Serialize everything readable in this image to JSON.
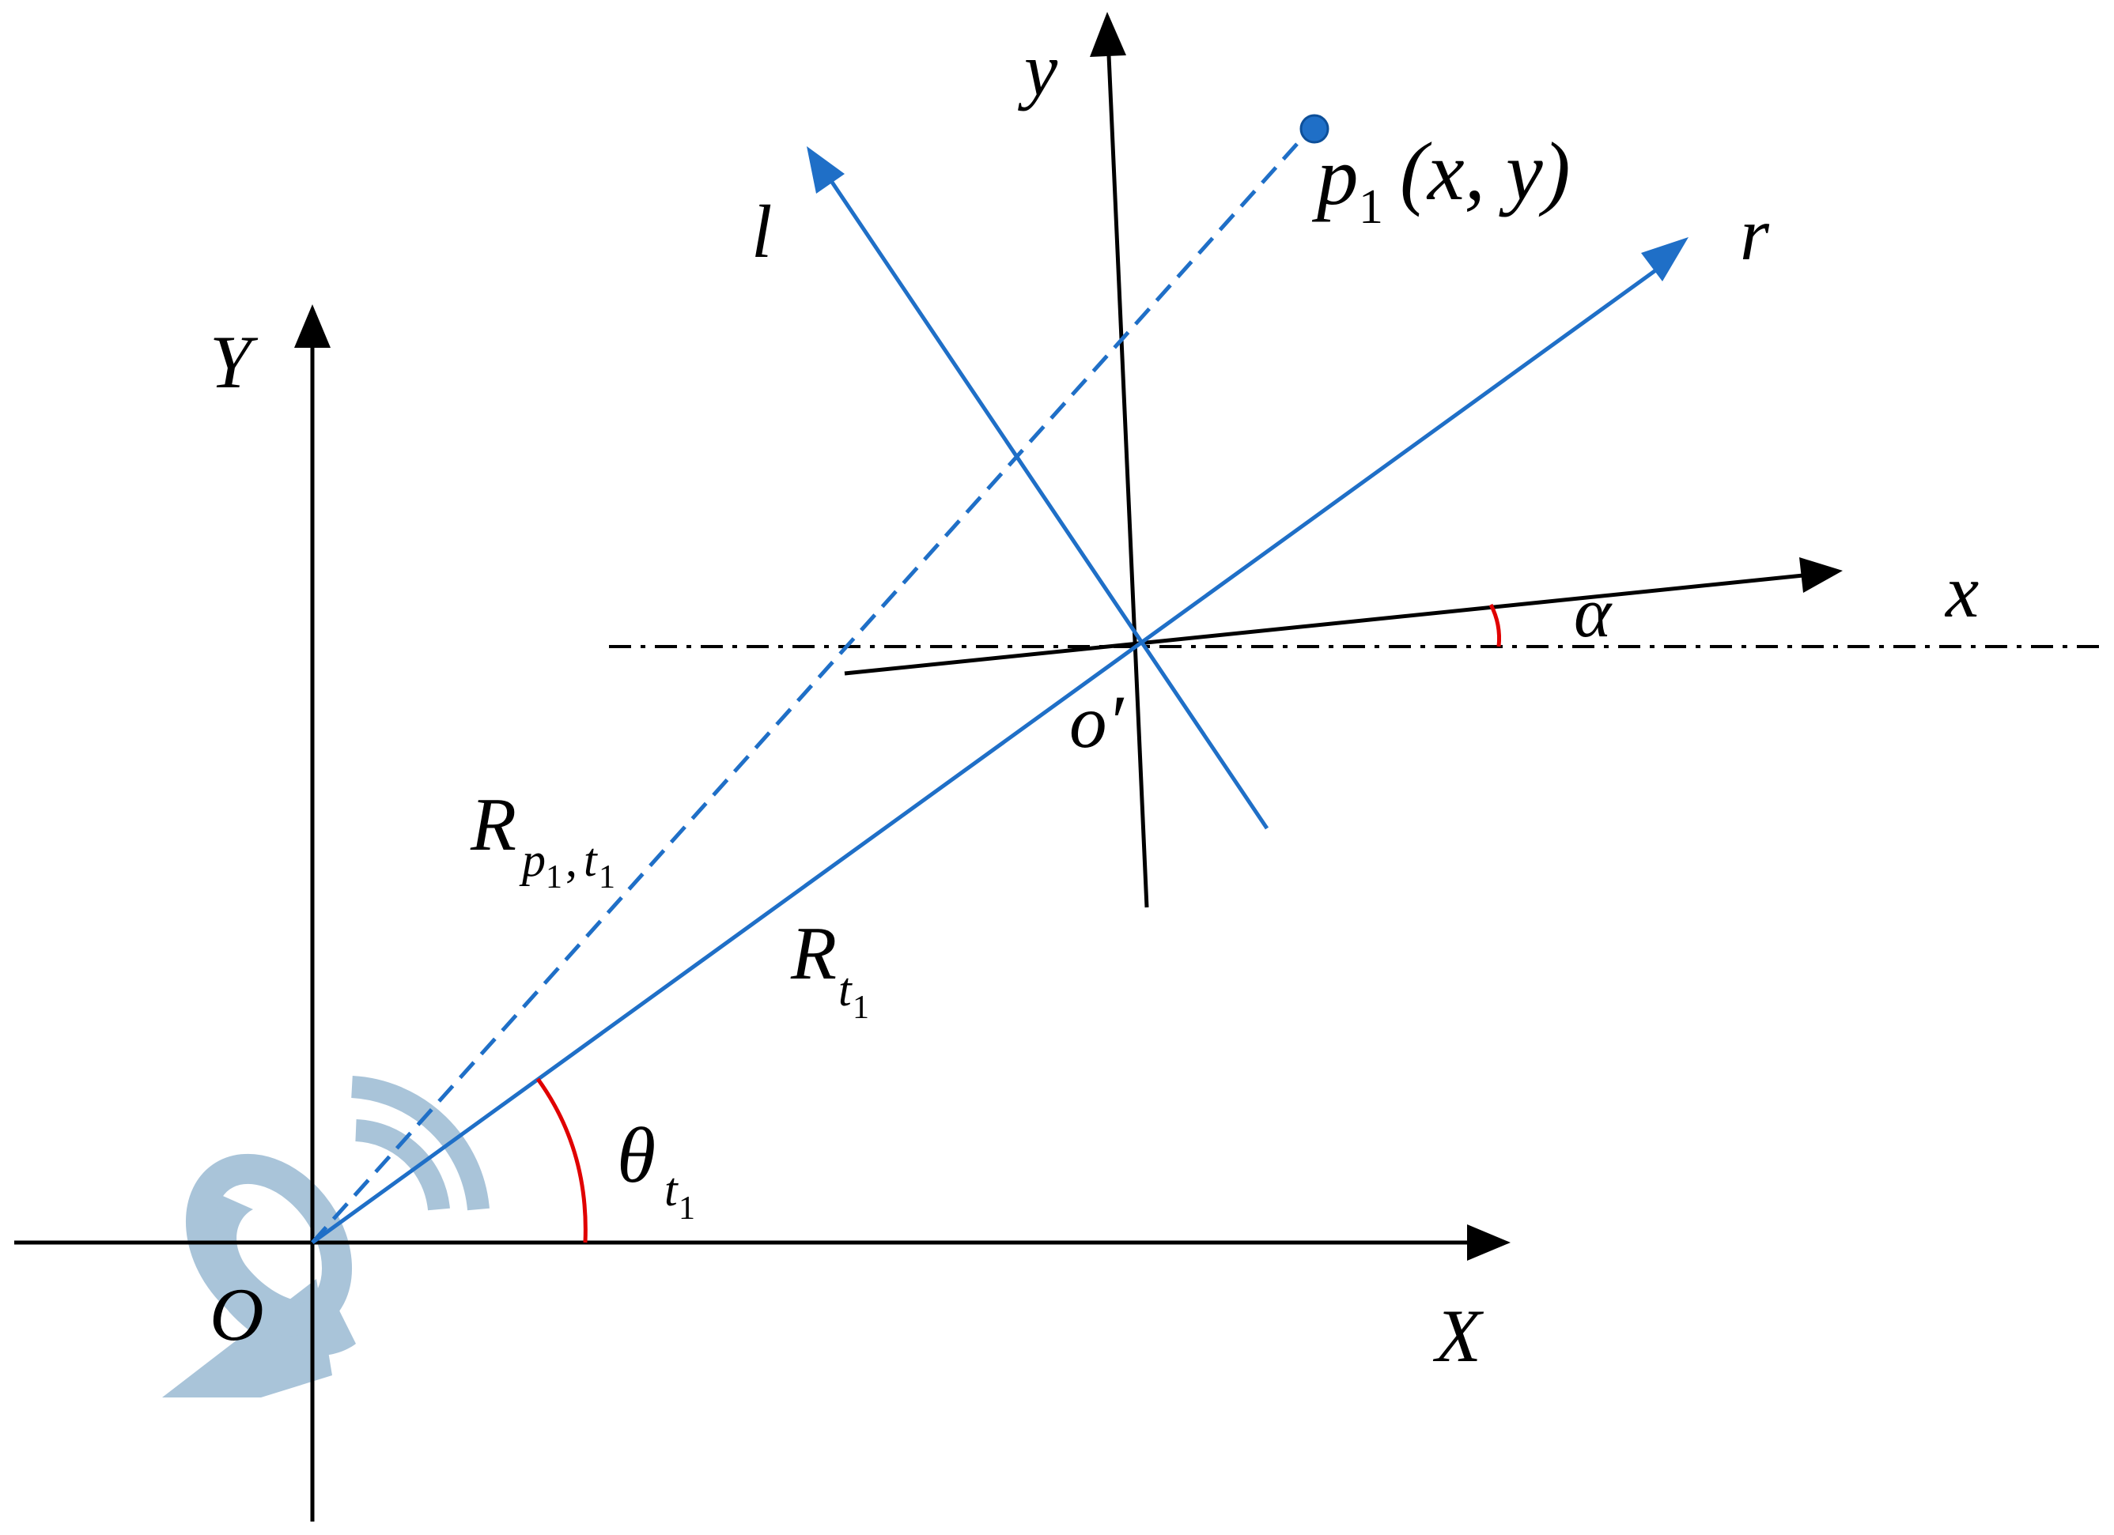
{
  "labels": {
    "Y": "Y",
    "X": "X",
    "O": "O",
    "y": "y",
    "x": "x",
    "l": "l",
    "r": "r",
    "o_prime": "o′",
    "alpha": "α",
    "p": "p",
    "p_sub": "1",
    "p_coords": "(x, y)",
    "R": "R",
    "Rt_sub": "t",
    "Rt_subsub": "1",
    "Rp_sub1": "p",
    "Rp_sub1sub": "1",
    "Rp_comma": ",",
    "Rp_sub2": "t",
    "Rp_sub2sub": "1",
    "theta": "θ",
    "theta_sub": "t",
    "theta_subsub": "1"
  },
  "colors": {
    "axis": "#000000",
    "blue": "#1f6fc7",
    "angle": "#e00000",
    "radar": "#a9c4d9",
    "point": "#1f6fc7"
  },
  "icons": {
    "radar": "radar-dish-icon"
  }
}
